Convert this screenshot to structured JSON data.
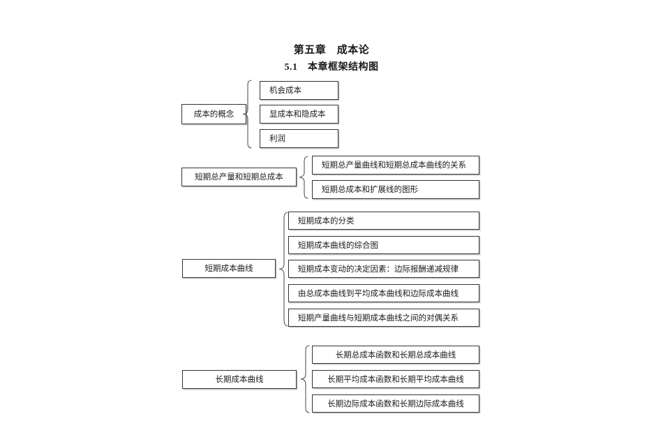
{
  "document": {
    "title": "第五章　成本论",
    "subtitle": "5.1　本章框架结构图"
  },
  "diagram": {
    "type": "bracket-tree",
    "groups": [
      {
        "id": "group-cost-concept",
        "parent": "成本的概念",
        "children": [
          "机会成本",
          "显成本和隐成本",
          "利润"
        ]
      },
      {
        "id": "group-short-run-total",
        "parent": "短期总产量和短期总成本",
        "children": [
          "短期总产量曲线和短期总成本曲线的关系",
          "短期总成本和扩展线的图形"
        ]
      },
      {
        "id": "group-short-run-cost-curve",
        "parent": "短期成本曲线",
        "children": [
          "短期成本的分类",
          "短期成本曲线的综合图",
          "短期成本变动的决定因素：边际报酬递减规律",
          "由总成本曲线到平均成本曲线和边际成本曲线",
          "短期产量曲线与短期成本曲线之间的对偶关系"
        ]
      },
      {
        "id": "group-long-run-cost-curve",
        "parent": "长期成本曲线",
        "children": [
          "长期总成本函数和长期总成本曲线",
          "长期平均成本函数和长期平均成本曲线",
          "长期边际成本函数和长期边际成本曲线"
        ]
      }
    ]
  },
  "colors": {
    "background": "#ffffff",
    "box_border": "#333333",
    "box_shadow": "#c9c9c9",
    "brace_stroke": "#555555",
    "text": "#1b1b1b"
  }
}
